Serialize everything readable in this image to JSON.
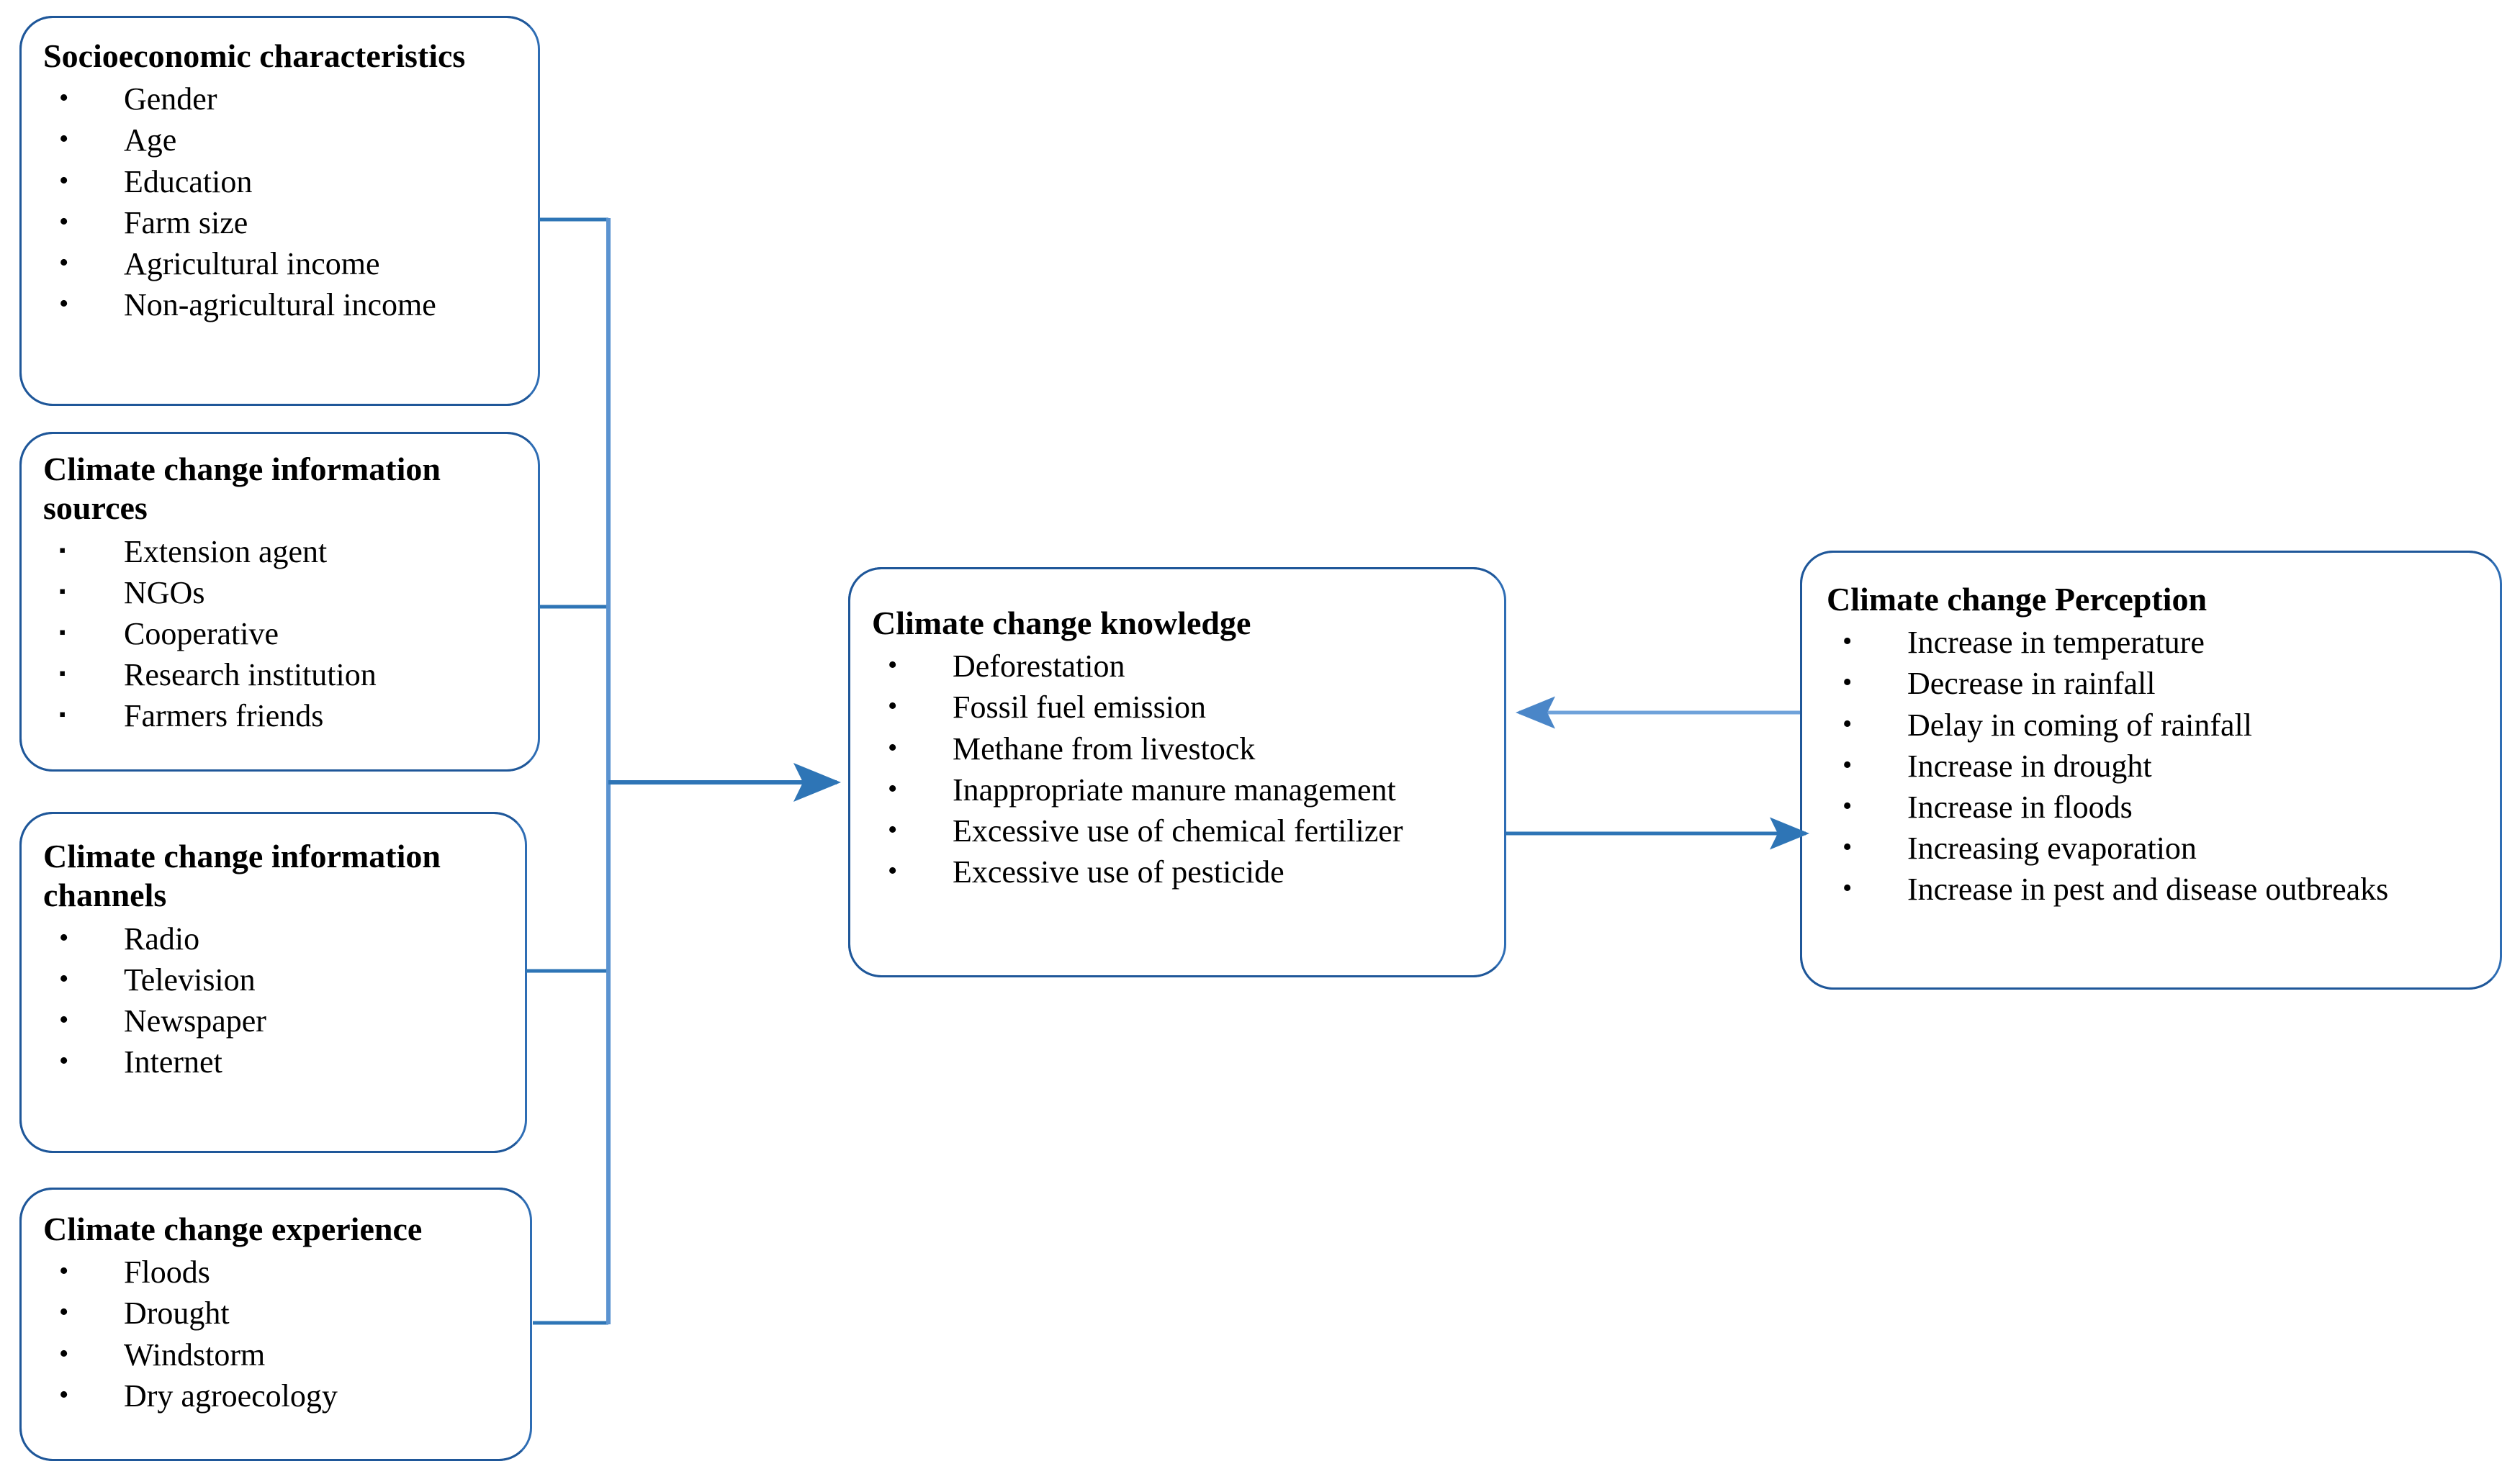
{
  "diagram": {
    "accent_color": "#2E6DB4",
    "line_color": "#2E75B6",
    "box_border_color": "#1F5799",
    "text_color": "#000000",
    "background": "#ffffff"
  },
  "nodes": {
    "socioeconomic": {
      "title": "Socioeconomic characteristics",
      "bullet_glyph": "•",
      "items": [
        "Gender",
        "Age",
        "Education",
        "Farm size",
        "Agricultural income",
        "Non-agricultural income"
      ]
    },
    "info_sources": {
      "title": "Climate change information sources",
      "bullet_glyph": "▪",
      "items": [
        "Extension agent",
        "NGOs",
        "Cooperative",
        "Research institution",
        "Farmers friends"
      ]
    },
    "info_channels": {
      "title": "Climate change information channels",
      "bullet_glyph": "•",
      "items": [
        "Radio",
        "Television",
        "Newspaper",
        "Internet"
      ]
    },
    "experience": {
      "title": "Climate change experience",
      "bullet_glyph": "•",
      "items": [
        "Floods",
        "Drought",
        "Windstorm",
        "Dry agroecology"
      ]
    },
    "knowledge": {
      "title": "Climate change knowledge",
      "bullet_glyph": "•",
      "items": [
        "Deforestation",
        "Fossil fuel emission",
        "Methane from livestock",
        "Inappropriate manure management",
        "Excessive use of chemical fertilizer",
        "Excessive use of pesticide"
      ]
    },
    "perception": {
      "title": "Climate change Perception",
      "bullet_glyph": "•",
      "items": [
        "Increase in temperature",
        "Decrease in rainfall",
        "Delay in coming of rainfall",
        "Increase in drought",
        "Increase in floods",
        "Increasing evaporation",
        "Increase in pest and disease outbreaks"
      ]
    }
  },
  "connectors": [
    {
      "name": "socioeconomic-to-spine",
      "type": "line"
    },
    {
      "name": "info-sources-to-spine",
      "type": "line"
    },
    {
      "name": "info-channels-to-spine",
      "type": "line"
    },
    {
      "name": "experience-to-spine",
      "type": "line"
    },
    {
      "name": "spine-vertical",
      "type": "line"
    },
    {
      "name": "spine-to-knowledge-arrow",
      "type": "arrow-right"
    },
    {
      "name": "perception-to-knowledge-arrow",
      "type": "arrow-left"
    },
    {
      "name": "knowledge-to-perception-arrow",
      "type": "arrow-right"
    }
  ]
}
